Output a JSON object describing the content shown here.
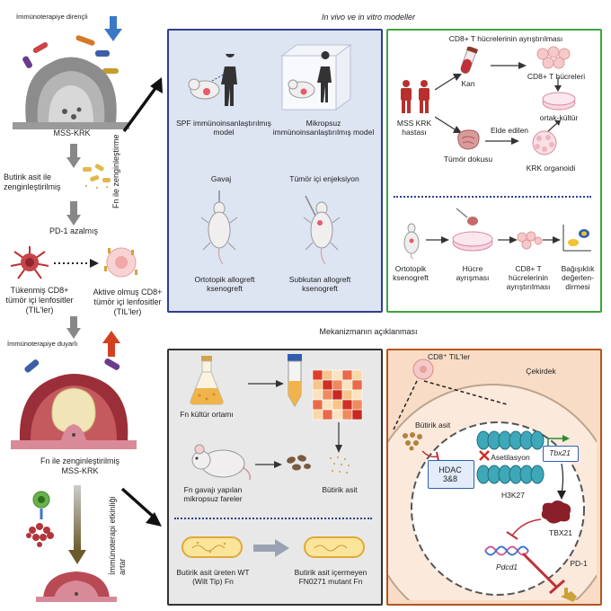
{
  "left": {
    "resistant_label": "İmmünoterapiye dirençli",
    "mss_crc": "MSS-KRK",
    "butyrate_enriched": "Butirik asit ile zenginleştirilmiş",
    "pd1_down": "PD-1 azalmış",
    "exhausted_til": "Tükenmiş CD8+ tümör içi lenfositler (TIL'ler)",
    "activated_til": "Aktive olmuş CD8+ tümör içi lenfositler (TIL'ler)",
    "sensitive_label": "İmmünoterapiye duyarlı",
    "fn_enriched_crc": "Fn ile zenginleştirilmiş MSS-KRK",
    "fn_enrichment_vertical": "Fn ile zenginleştirme",
    "efficacy_vertical": "İmmünoterapi etkinliği artar"
  },
  "top_title": "In vivo ve in vitro modeller",
  "invivo": {
    "spf_model": "SPF immünoinsanlaştırılmış model",
    "germfree_model": "Mikropsuz immünoinsanlaştırılmış model",
    "gavage": "Gavaj",
    "intratumoral": "Tümör içi enjeksiyon",
    "orthotopic": "Ortotopik allogreft ksenogreft",
    "subcutaneous": "Subkutan allogreft ksenogreft"
  },
  "invitro": {
    "cd8_isolation_title": "CD8+ T hücrelerinin ayrıştırılması",
    "blood": "Kan",
    "cd8_cells": "CD8+ T hücreleri",
    "patients": "MSS KRK hastası",
    "coculture": "ortak-kültür",
    "tumor_tissue": "Tümör dokusu",
    "obtained": "Elde edilen",
    "organoid": "KRK organoidi",
    "ortho_xeno": "Ortotopik ksenogreft",
    "cell_dissociation": "Hücre ayrışması",
    "cd8_isolation2": "CD8+ T hücrelerinin ayrıştırılması",
    "immune_assess": "Bağışıklık değerlen-dirmesi"
  },
  "mechanism_title": "Mekanizmanın açıklanması",
  "gray": {
    "culture_medium": "Fn kültür ortamı",
    "gf_mice": "Fn gavajı yapılan mikropsuz fareler",
    "butyrate": "Bütirik asit",
    "wt_label": "Butirik asit üreten WT (Wilt Tip) Fn",
    "mutant_label": "Butirik asit içermeyen FN0271 mutant Fn"
  },
  "mech": {
    "til_label": "CD8⁺ TIL'ler",
    "nucleus": "Çekirdek",
    "butyric_acid": "Bütirik asit",
    "hdac": "HDAC 3&8",
    "acetylation": "Asetilasyon",
    "tbx21_gene": "Tbx21",
    "h3k27": "H3K27",
    "tbx21_protein": "TBX21",
    "pdcd1": "Pdcd1",
    "pd1": "PD-1"
  },
  "colors": {
    "blue_box_fill": "#dde4f2",
    "blue_box_border": "#2f3f8f",
    "green_box_border": "#3ea43e",
    "gray_box_fill": "#e8e8e8",
    "orange_box_fill": "#f8dcc6",
    "orange_box_border": "#b5541c"
  }
}
